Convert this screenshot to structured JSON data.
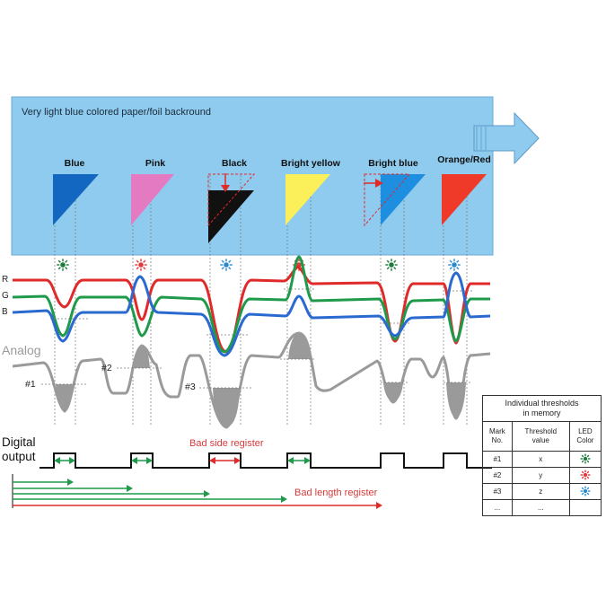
{
  "background_label": "Very light blue colored paper/foil backround",
  "marks": [
    {
      "label": "Blue",
      "color": "#1367c0"
    },
    {
      "label": "Pink",
      "color": "#e47bc2"
    },
    {
      "label": "Black",
      "color": "#111111"
    },
    {
      "label": "Bright yellow",
      "color": "#fbef5a"
    },
    {
      "label": "Bright blue",
      "color": "#1d8ee0"
    },
    {
      "label": "Orange/Red",
      "color": "#ef3a2a"
    }
  ],
  "led_colors": [
    "#1d7a3a",
    "#e03a3a",
    "#2a8ad0",
    "#e03a3a",
    "#1d7a3a",
    "#2a8ad0"
  ],
  "channels": {
    "r": "R",
    "g": "G",
    "b": "B"
  },
  "channel_colors": {
    "r": "#e02a2a",
    "g": "#1f9a4a",
    "b": "#2a6ad0"
  },
  "analog_label": "Analog",
  "marker_labels": {
    "m1": "#1",
    "m2": "#2",
    "m3": "#3"
  },
  "digital_label_line1": "Digital",
  "digital_label_line2": "output",
  "bad_side_label": "Bad side register",
  "bad_length_label": "Bad length register",
  "table": {
    "caption_line1": "Individual thresholds",
    "caption_line2": "in memory",
    "headers": {
      "mark_no_1": "Mark",
      "mark_no_2": "No.",
      "threshold_1": "Threshold",
      "threshold_2": "value",
      "led_1": "LED",
      "led_2": "Color"
    },
    "rows": [
      {
        "mark": "#1",
        "value": "x",
        "led": "#1d7a3a"
      },
      {
        "mark": "#2",
        "value": "y",
        "led": "#e03a3a"
      },
      {
        "mark": "#3",
        "value": "z",
        "led": "#2a8ad0"
      },
      {
        "mark": "...",
        "value": "...",
        "led": ""
      }
    ]
  }
}
